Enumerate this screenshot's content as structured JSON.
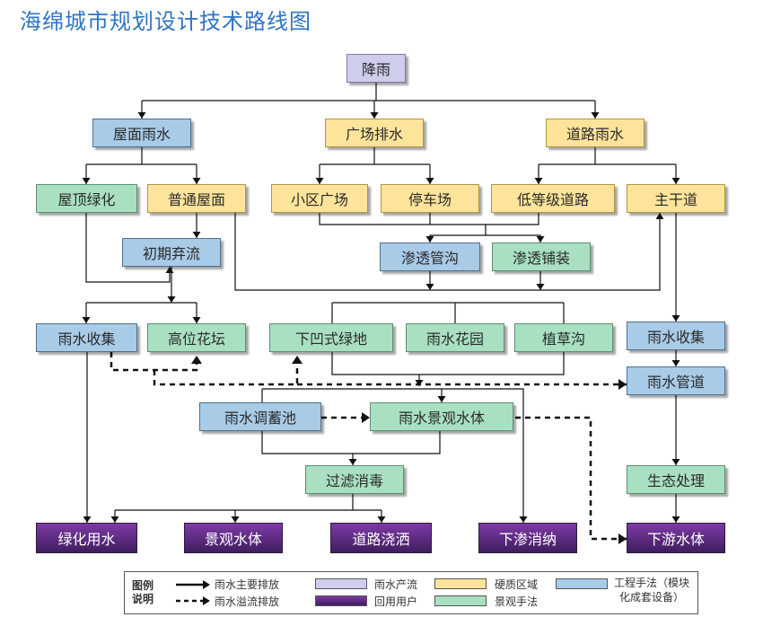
{
  "title": "海绵城市规划设计技术路线图",
  "nodes": {
    "n_rain": "降雨",
    "n_roof": "屋面雨水",
    "n_plaza": "广场排水",
    "n_road": "道路雨水",
    "n_green_roof": "屋顶绿化",
    "n_common_roof": "普通屋面",
    "n_community_plaza": "小区广场",
    "n_parking": "停车场",
    "n_low_road": "低等级道路",
    "n_main_road": "主干道",
    "n_initial": "初期弃流",
    "n_infil_ditch": "渗透管沟",
    "n_infil_pave": "渗透铺装",
    "n_collect_left": "雨水收集",
    "n_planter": "高位花坛",
    "n_sunken": "下凹式绿地",
    "n_rain_garden": "雨水花园",
    "n_swale": "植草沟",
    "n_collect_right": "雨水收集",
    "n_pipe": "雨水管道",
    "n_tank": "雨水调蓄池",
    "n_water_body": "雨水景观水体",
    "n_filter": "过滤消毒",
    "n_eco": "生态处理",
    "n_u_green": "绿化用水",
    "n_u_landscape": "景观水体",
    "n_u_road": "道路浇洒",
    "n_u_infil": "下渗消纳",
    "n_u_down": "下游水体"
  },
  "legend": {
    "heading": "图例\n说明",
    "main_flow": "雨水主要排放",
    "overflow": "雨水溢流排放",
    "source": "雨水产流",
    "user": "回用用户",
    "hard": "硬质区域",
    "landscape": "景观手法",
    "engineering": "工程手法（模块\n化成套设备）"
  },
  "colors": {
    "title": "#2f74c4",
    "source": "#cfcdec",
    "hard": "#fde49a",
    "engineering": "#a8cbe8",
    "landscape": "#a9e0c2",
    "user_top": "#7e3aa6",
    "user_bottom": "#3f1d5e"
  }
}
